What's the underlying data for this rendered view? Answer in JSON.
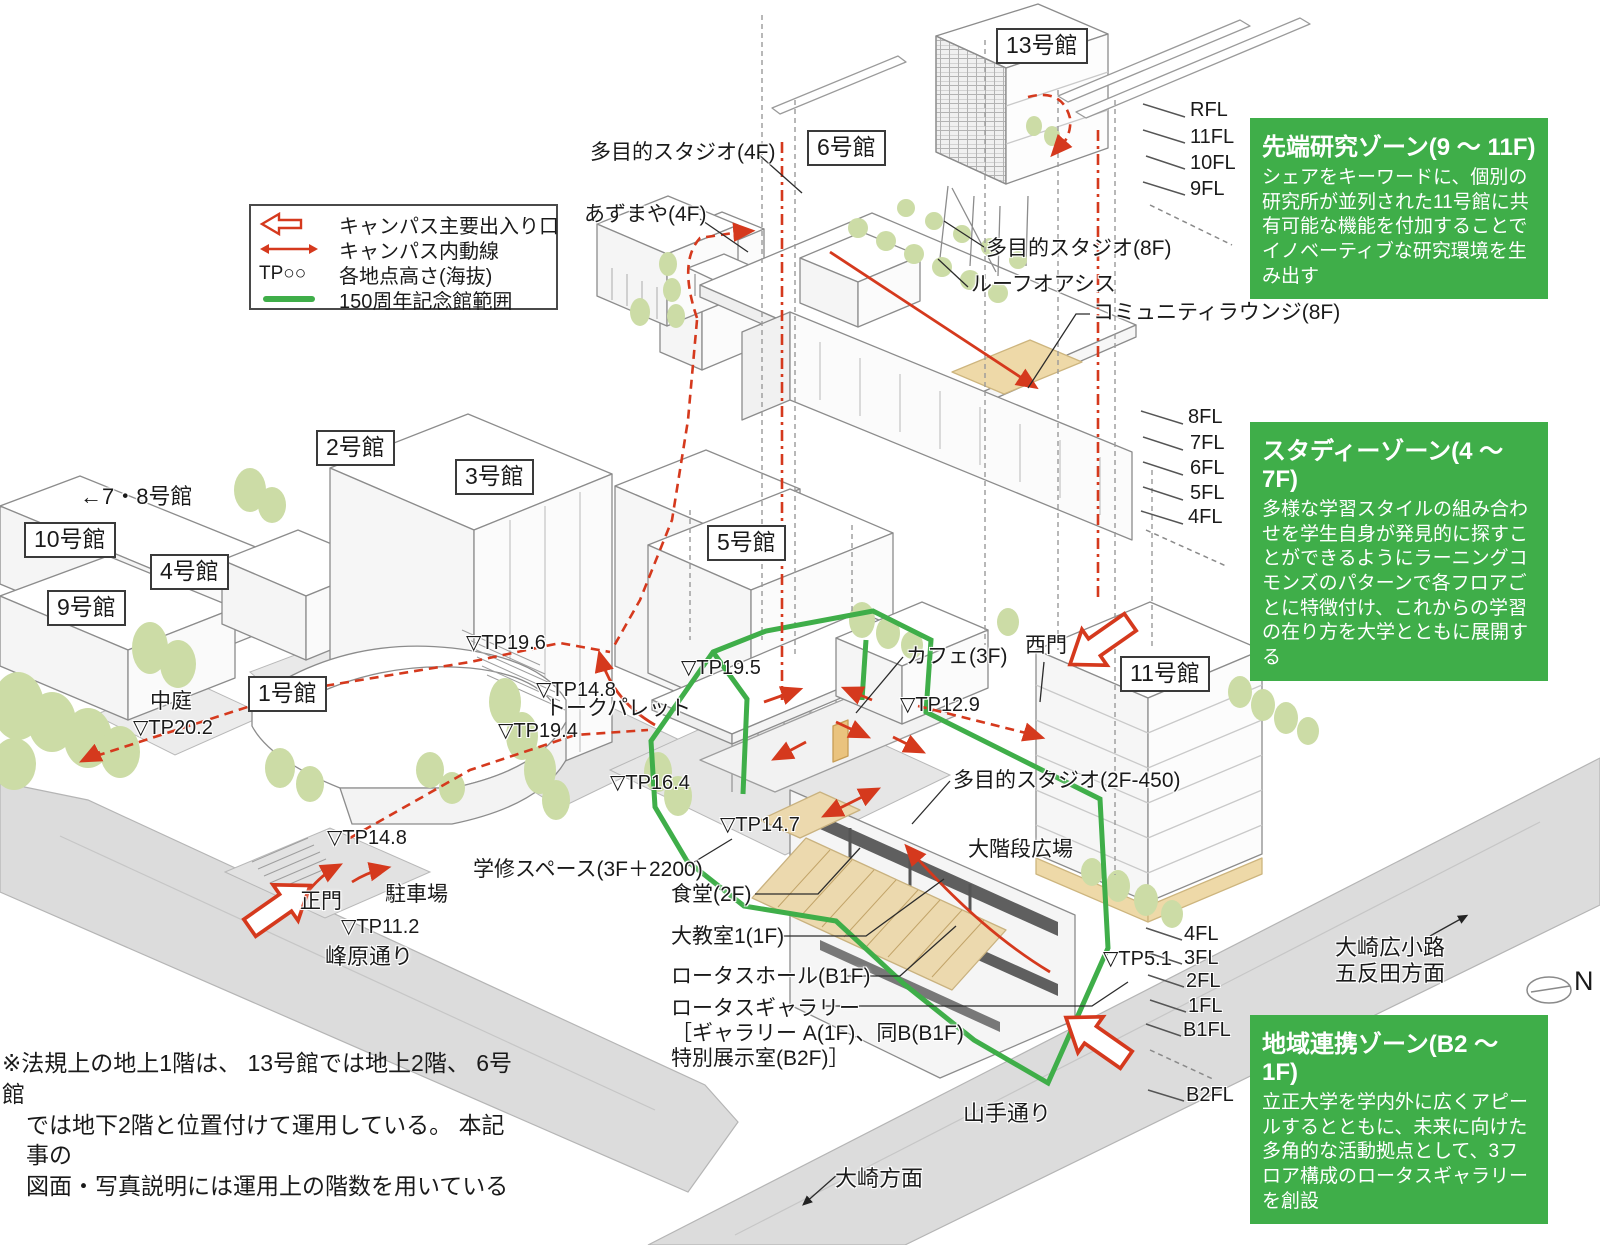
{
  "legend": {
    "items": [
      {
        "symbol": "campus-entrance-arrow",
        "label": "キャンパス主要出入り口"
      },
      {
        "symbol": "campus-flow-arrow",
        "label": "キャンパス内動線"
      },
      {
        "symbol": "tp-elevation-mark",
        "symbol_text": "TP○○",
        "label": "各地点高さ(海抜)"
      },
      {
        "symbol": "anniversary-extent-line",
        "label": "150周年記念館範囲"
      }
    ]
  },
  "zones": [
    {
      "title": "先端研究ゾーン(9 〜 11F)",
      "body": "シェアをキーワードに、個別の研究所が並列された11号館に共有可能な機能を付加することでイノベーティブな研究環境を生み出す"
    },
    {
      "title": "スタディーゾーン(4 〜 7F)",
      "body": "多様な学習スタイルの組み合わせを学生自身が発見的に探すことができるようにラーニングコモンズのパターンで各フロアごとに特徴付け、これからの学習の在り方を大学とともに展開する"
    },
    {
      "title": "地域連携ゾーン(B2 〜 1F)",
      "body": "立正大学を学内外に広くアピールするとともに、未来に向けた多角的な活動拠点として、3フロア構成のロータスギャラリーを創設"
    }
  ],
  "buildings": [
    "13号館",
    "6号館",
    "2号館",
    "3号館",
    "10号館",
    "4号館",
    "9号館",
    "5号館",
    "1号館",
    "11号館",
    "←7・8号館"
  ],
  "places": {
    "tamokuteki_4f": "多目的スタジオ(4F)",
    "azumaya": "あずまや(4F)",
    "tamokuteki_8f": "多目的スタジオ(8F)",
    "roof_oasis": "ルーフオアシス",
    "community_lounge": "コミュニティラウンジ(8F)",
    "cafe": "カフェ(3F)",
    "west_gate": "西門",
    "talk_palette": "トークパレット",
    "courtyard": "中庭",
    "tamokuteki_2f": "多目的スタジオ(2F-450)",
    "grand_stairs": "大階段広場",
    "study_space": "学修スペース(3F＋2200)",
    "dining": "食堂(2F)",
    "lecture_room": "大教室1(1F)",
    "lotus_hall": "ロータスホール(B1F)",
    "lotus_gallery_1": "ロータスギャラリー",
    "lotus_gallery_2": "［ギャラリー A(1F)、同B(B1F)",
    "lotus_gallery_3": "特別展示室(B2F)］",
    "main_gate": "正門",
    "parking": "駐車場"
  },
  "roads": {
    "minehara": "峰原通り",
    "yamate": "山手通り",
    "osaki": "大崎方面",
    "gotanda": "大崎広小路\n五反田方面"
  },
  "elevations": [
    "▽TP19.6",
    "▽TP19.5",
    "▽TP14.8",
    "▽TP19.4",
    "▽TP12.9",
    "▽TP16.4",
    "▽TP14.7",
    "▽TP20.2",
    "▽TP14.8",
    "▽TP11.2",
    "▽TP5.1"
  ],
  "floors": {
    "top": [
      "RFL",
      "11FL",
      "10FL",
      "9FL"
    ],
    "middle": [
      "8FL",
      "7FL",
      "6FL",
      "5FL",
      "4FL"
    ],
    "bottom": [
      "4FL",
      "3FL",
      "2FL",
      "1FL",
      "B1FL",
      "B2FL"
    ]
  },
  "note": {
    "lines": [
      "※法規上の地上1階は、 13号館では地上2階、 6号館",
      "では地下2階と位置付けて運用している。 本記事の",
      "図面・写真説明には運用上の階数を用いている"
    ]
  },
  "compass": {
    "label": "N"
  },
  "colors": {
    "zone_green": "#3fae49",
    "route_red": "#d5391d",
    "tree_green": "#ccdca6",
    "road_gray": "#dcdcdc",
    "stair_tan": "#ecd9ae"
  }
}
